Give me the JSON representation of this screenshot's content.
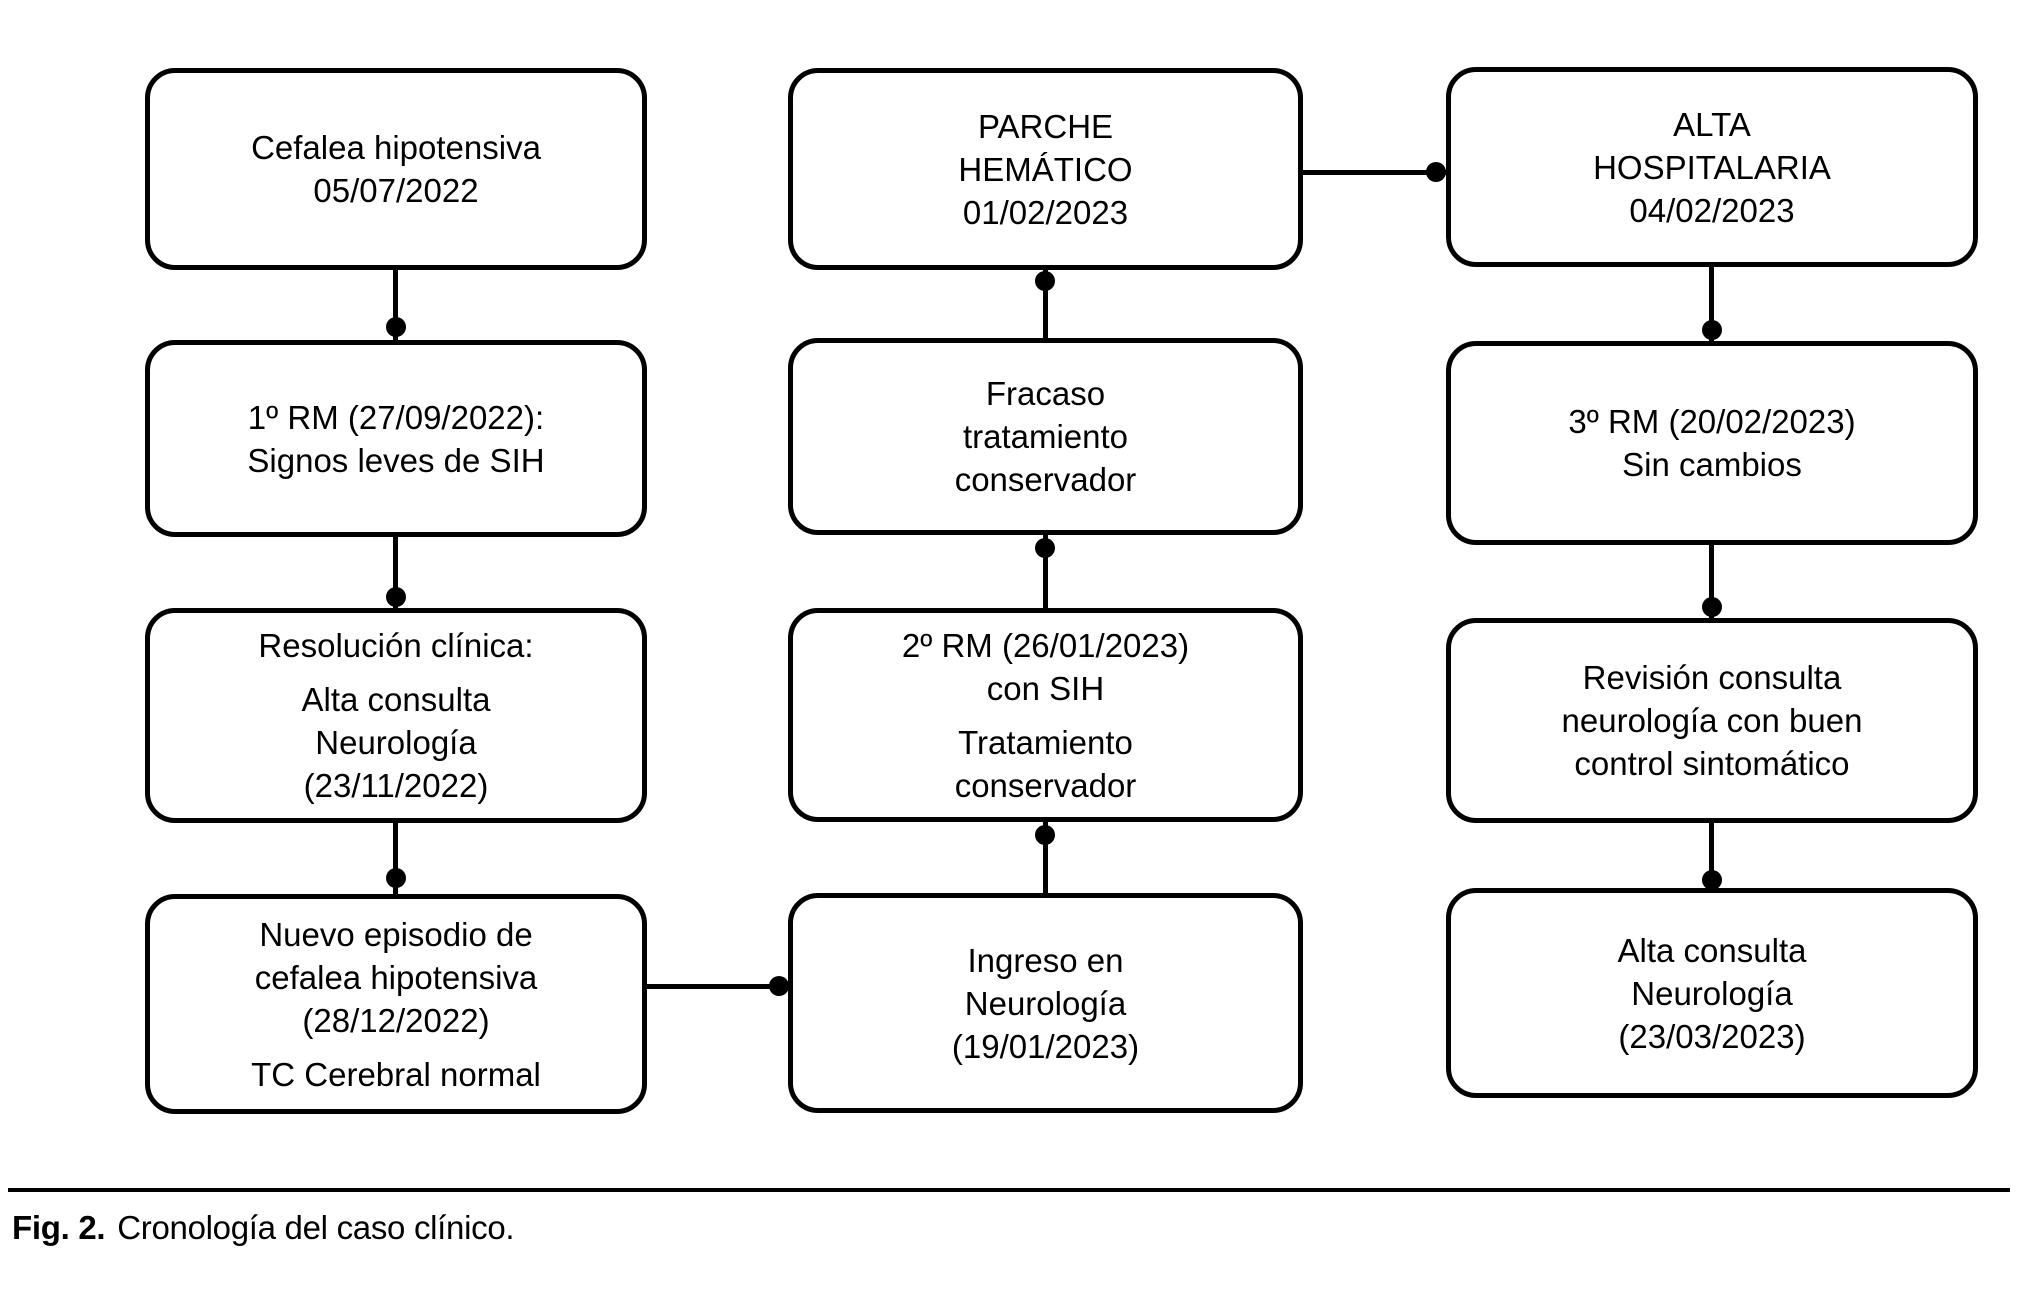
{
  "figure": {
    "caption_label": "Fig. 2.",
    "caption_text": "Cronología del caso clínico."
  },
  "colors": {
    "line": "#000000",
    "background": "#ffffff",
    "text": "#000000"
  },
  "nodes": [
    {
      "id": "cefalea-hipotensiva",
      "paragraphs": [
        [
          "Cefalea hipotensiva",
          "05/07/2022"
        ]
      ]
    },
    {
      "id": "primera-rm",
      "paragraphs": [
        [
          "1º RM (27/09/2022):",
          "Signos leves de SIH"
        ]
      ]
    },
    {
      "id": "resolucion-clinica",
      "paragraphs": [
        [
          "Resolución clínica:"
        ],
        [
          "Alta consulta",
          "Neurología",
          "(23/11/2022)"
        ]
      ]
    },
    {
      "id": "nuevo-episodio",
      "paragraphs": [
        [
          "Nuevo episodio de",
          "cefalea hipotensiva",
          "(28/12/2022)"
        ],
        [
          "TC Cerebral normal"
        ]
      ]
    },
    {
      "id": "parche-hematico",
      "paragraphs": [
        [
          "PARCHE",
          "HEMÁTICO",
          "01/02/2023"
        ]
      ]
    },
    {
      "id": "fracaso-tratamiento",
      "paragraphs": [
        [
          "Fracaso",
          "tratamiento",
          "conservador"
        ]
      ]
    },
    {
      "id": "segunda-rm",
      "paragraphs": [
        [
          "2º RM (26/01/2023)",
          "con SIH"
        ],
        [
          "Tratamiento",
          "conservador"
        ]
      ]
    },
    {
      "id": "ingreso-neurologia",
      "paragraphs": [
        [
          "Ingreso en",
          "Neurología",
          "(19/01/2023)"
        ]
      ]
    },
    {
      "id": "alta-hospitalaria",
      "paragraphs": [
        [
          "ALTA",
          "HOSPITALARIA",
          "04/02/2023"
        ]
      ]
    },
    {
      "id": "tercera-rm",
      "paragraphs": [
        [
          "3º RM (20/02/2023)",
          "Sin cambios"
        ]
      ]
    },
    {
      "id": "revision-consulta",
      "paragraphs": [
        [
          "Revisión consulta",
          "neurología con buen",
          "control sintomático"
        ]
      ]
    },
    {
      "id": "alta-consulta",
      "paragraphs": [
        [
          "Alta consulta",
          "Neurología",
          "(23/03/2023)"
        ]
      ]
    }
  ],
  "edges": [
    {
      "from": "cefalea-hipotensiva",
      "to": "primera-rm"
    },
    {
      "from": "primera-rm",
      "to": "resolucion-clinica"
    },
    {
      "from": "resolucion-clinica",
      "to": "nuevo-episodio"
    },
    {
      "from": "nuevo-episodio",
      "to": "ingreso-neurologia"
    },
    {
      "from": "ingreso-neurologia",
      "to": "segunda-rm"
    },
    {
      "from": "segunda-rm",
      "to": "fracaso-tratamiento"
    },
    {
      "from": "fracaso-tratamiento",
      "to": "parche-hematico"
    },
    {
      "from": "parche-hematico",
      "to": "alta-hospitalaria"
    },
    {
      "from": "alta-hospitalaria",
      "to": "tercera-rm"
    },
    {
      "from": "tercera-rm",
      "to": "revision-consulta"
    },
    {
      "from": "revision-consulta",
      "to": "alta-consulta"
    }
  ]
}
